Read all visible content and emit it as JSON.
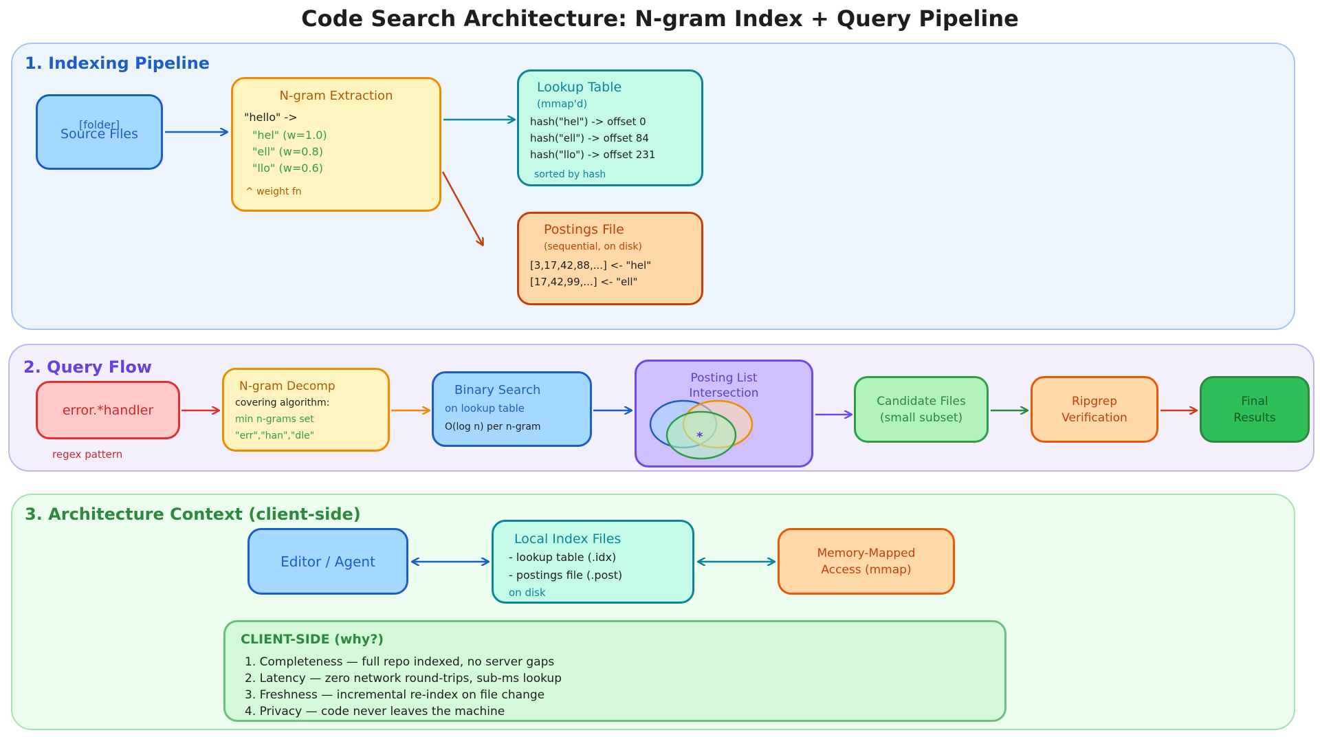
{
  "title": "Code Search Architecture: N-gram Index + Query Pipeline",
  "sections": {
    "indexing": {
      "title": "1. Indexing Pipeline",
      "source_files": {
        "tag": "[folder]",
        "label": "Source Files"
      },
      "ngram_extraction": {
        "title": "N-gram Extraction",
        "input": "\"hello\"  ->",
        "grams": [
          "\"hel\"  (w=1.0)",
          "\"ell\"  (w=0.8)",
          "\"llo\"  (w=0.6)"
        ],
        "note": "^ weight fn"
      },
      "lookup_table": {
        "title": "Lookup Table",
        "subtitle": "(mmap'd)",
        "rows": [
          "hash(\"hel\") -> offset 0",
          "hash(\"ell\") -> offset 84",
          "hash(\"llo\") -> offset 231"
        ],
        "note": "sorted by hash"
      },
      "postings_file": {
        "title": "Postings File",
        "subtitle": "(sequential, on disk)",
        "rows": [
          "[3,17,42,88,...]  <- \"hel\"",
          "[17,42,99,...]    <- \"ell\""
        ]
      }
    },
    "query": {
      "title": "2. Query Flow",
      "regex": {
        "label": "error.*handler",
        "caption": "regex pattern"
      },
      "decomp": {
        "title": "N-gram Decomp",
        "line1": "covering algorithm:",
        "line2": "min n-grams set",
        "line3": "\"err\",\"han\",\"dle\""
      },
      "binary_search": {
        "title": "Binary Search",
        "line1": "on lookup table",
        "line2": "O(log n) per n-gram"
      },
      "intersection": {
        "title_line1": "Posting List",
        "title_line2": "Intersection",
        "marker": "*"
      },
      "candidates": {
        "line1": "Candidate Files",
        "line2": "(small subset)"
      },
      "ripgrep": {
        "line1": "Ripgrep",
        "line2": "Verification"
      },
      "final": {
        "line1": "Final",
        "line2": "Results"
      }
    },
    "context": {
      "title": "3. Architecture Context (client-side)",
      "editor": {
        "label": "Editor / Agent"
      },
      "local_index": {
        "title": "Local Index Files",
        "line1": "- lookup table (.idx)",
        "line2": "- postings file (.post)",
        "note": "on disk"
      },
      "mmap": {
        "line1": "Memory-Mapped",
        "line2": "Access (mmap)"
      },
      "client_side": {
        "title": "CLIENT-SIDE (why?)",
        "items": [
          "1. Completeness — full repo indexed, no server gaps",
          "2. Latency — zero network round-trips, sub-ms lookup",
          "3. Freshness — incremental re-index on file change",
          "4. Privacy — code never leaves the machine"
        ]
      }
    }
  },
  "colors": {
    "blue": "#1971c2",
    "blue_fill": "#a5d8ff",
    "yellow": "#f08c00",
    "yellow_fill": "#ffec99",
    "teal": "#0c8599",
    "teal_fill": "#c3fae8",
    "orange": "#e8590c",
    "orange_fill": "#ffd8a8",
    "red": "#e03131",
    "red_fill": "#ffc9c9",
    "purple": "#7048e8",
    "purple_fill": "#d0bfff",
    "green": "#2f9e44",
    "green_fill": "#b2f2bb",
    "green_dark": "#40c057"
  }
}
